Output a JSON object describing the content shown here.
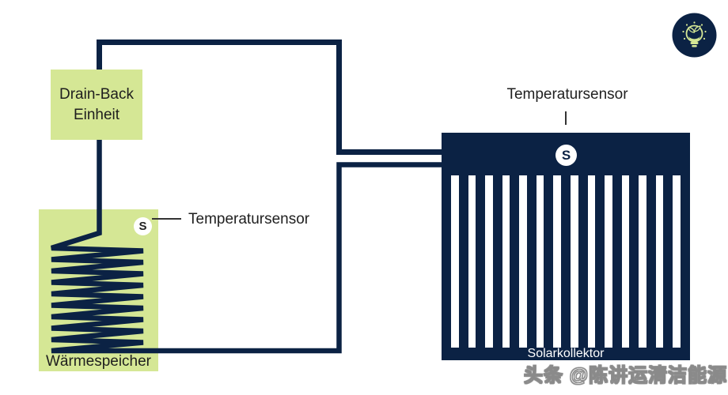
{
  "colors": {
    "navy": "#0B2244",
    "green": "#D5E795",
    "text": "#1E1E1E",
    "white": "#FFFFFF"
  },
  "drain_back_unit": {
    "line1": "Drain-Back",
    "line2": "Einheit"
  },
  "heat_storage": {
    "label": "Wärmespeicher",
    "sensor": {
      "letter": "S",
      "label": "Temperatursensor"
    }
  },
  "solar_collector": {
    "label": "Solarkollektor",
    "fin_count": 15,
    "sensor": {
      "letter": "S",
      "label": "Temperatursensor"
    }
  },
  "watermark": "头条 @陈讲运清洁能源",
  "logo": {
    "icon": "lightbulb-leaf-icon"
  }
}
